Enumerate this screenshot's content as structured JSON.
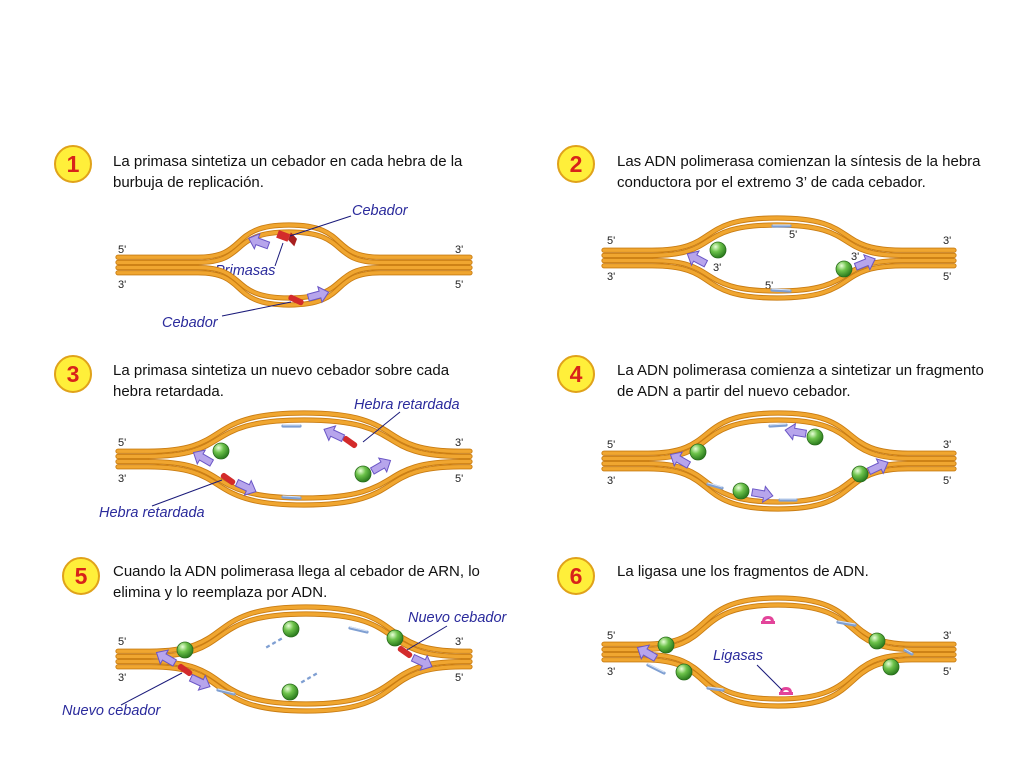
{
  "colors": {
    "strand": "#f0a630",
    "strand_edge": "#c97c12",
    "badge_fill": "#ffef3a",
    "badge_text": "#d8231a",
    "label": "#2b2b9c",
    "primer": "#d32b2b",
    "polymerase": "#4caf36",
    "arrow": "#b7a5ec",
    "fragment": "#7f9fd2",
    "ligase": "#e3449a"
  },
  "panels": [
    {
      "number": "1",
      "caption": "La primasa sintetiza un cebador en cada hebra de la burbuja de replicación.",
      "ends": {
        "top_left": "5'",
        "top_right": "3'",
        "bottom_left": "3'",
        "bottom_right": "5'"
      },
      "labels": [
        "Cebador",
        "Primasas",
        "Cebador"
      ]
    },
    {
      "number": "2",
      "caption": "Las ADN polimerasa comienzan la síntesis de la hebra conductora  por el extremo 3’ de cada cebador.",
      "ends": {
        "top_left": "5'",
        "top_right": "3'",
        "bottom_left": "3'",
        "bottom_right": "5'"
      },
      "inner_ends": [
        "5'",
        "3'",
        "3'",
        "5'"
      ]
    },
    {
      "number": "3",
      "caption": "La primasa sintetiza un nuevo cebador sobre cada hebra retardada.",
      "ends": {
        "top_left": "5'",
        "top_right": "3'",
        "bottom_left": "3'",
        "bottom_right": "5'"
      },
      "labels": [
        "Hebra retardada",
        "Hebra retardada"
      ]
    },
    {
      "number": "4",
      "caption": "La ADN polimerasa comienza a sintetizar un fragmento de ADN a partir del nuevo cebador.",
      "ends": {
        "top_left": "5'",
        "top_right": "3'",
        "bottom_left": "3'",
        "bottom_right": "5'"
      }
    },
    {
      "number": "5",
      "caption": "Cuando la ADN polimerasa llega al cebador de ARN, lo elimina y lo reemplaza por ADN.",
      "ends": {
        "top_left": "5'",
        "top_right": "3'",
        "bottom_left": "3'",
        "bottom_right": "5'"
      },
      "labels": [
        "Nuevo cebador",
        "Nuevo cebador"
      ]
    },
    {
      "number": "6",
      "caption": "La ligasa une los fragmentos de ADN.",
      "ends": {
        "top_left": "5'",
        "top_right": "3'",
        "bottom_left": "3'",
        "bottom_right": "5'"
      },
      "labels": [
        "Ligasas"
      ]
    }
  ]
}
